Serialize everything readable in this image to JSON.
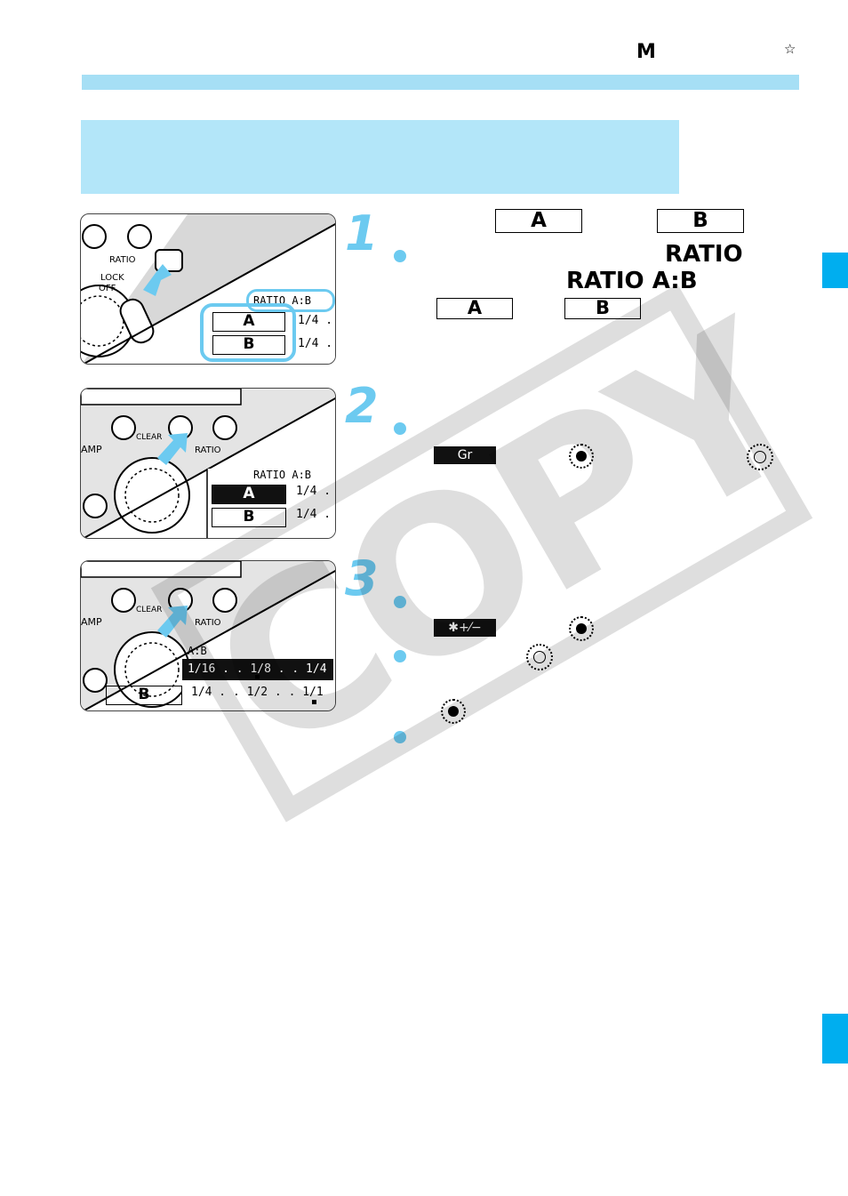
{
  "header": {
    "mode_letter": "M",
    "star": "☆"
  },
  "steps": [
    {
      "number": "1",
      "box_a": "A",
      "box_b": "B",
      "ratio_word": "RATIO",
      "ratio_ab": "RATIO A:B",
      "box_a2": "A",
      "box_b2": "B",
      "illustration": {
        "button_label": "RATIO",
        "lock_label": "LOCK",
        "off_label": "OFF",
        "lcd_ratio": "RATIO A:B",
        "lcd_a": "A",
        "lcd_b": "B",
        "lcd_a_val": "1/4 .",
        "lcd_b_val": "1/4 ."
      }
    },
    {
      "number": "2",
      "gr_label": "Gr",
      "illustration": {
        "amp_label": "AMP",
        "clear_label": "CLEAR",
        "ratio_label": "RATIO",
        "lcd_ratio": "RATIO A:B",
        "lcd_a": "A",
        "lcd_b": "B",
        "lcd_a_val": "1/4 .",
        "lcd_b_val": "1/4 ."
      }
    },
    {
      "number": "3",
      "comp_label": "✱+⁄−",
      "illustration": {
        "amp_label": "AMP",
        "clear_label": "CLEAR",
        "ratio_label": "RATIO",
        "lcd_ab": "A:B",
        "lcd_b": "B",
        "row_a": "1/16 . . 1/8 . . 1/4",
        "row_b": "1/4 . . 1/2 . . 1/1"
      }
    }
  ],
  "watermark": "COPY",
  "colors": {
    "accent": "#6ccaf0",
    "header_bar": "#a6dff5",
    "title_box": "#b3e6f9",
    "tab": "#00aeef"
  }
}
